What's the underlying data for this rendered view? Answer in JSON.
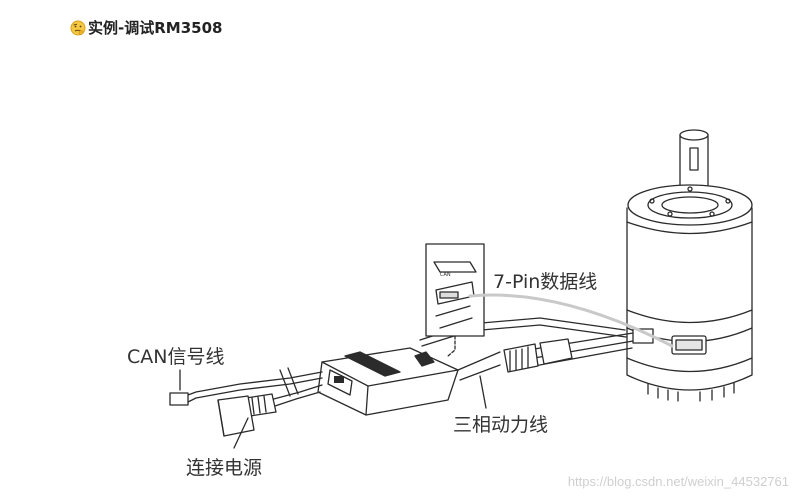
{
  "heading": {
    "icon": "thinking-face-emoji",
    "text": "实例-调试RM3508"
  },
  "figure": {
    "labels": {
      "data_cable": "7-Pin数据线",
      "can_cable": "CAN信号线",
      "power": "连接电源",
      "phase_cable": "三相动力线"
    }
  },
  "watermark": "https://blog.csdn.net/weixin_44532761"
}
